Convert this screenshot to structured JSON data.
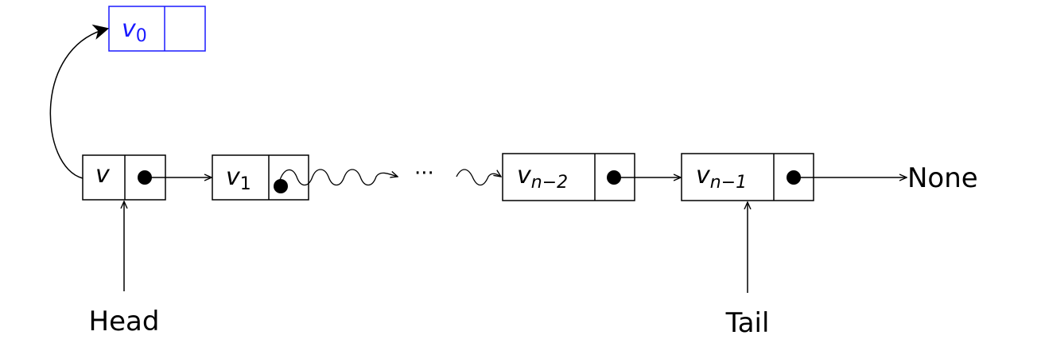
{
  "new_node": {
    "base": "v",
    "sub": "0",
    "color": "#1a1aff"
  },
  "nodes": [
    {
      "base": "v",
      "sub": ""
    },
    {
      "base": "v",
      "sub": "1"
    },
    {
      "base": "v",
      "sub": "n−2"
    },
    {
      "base": "v",
      "sub": "n−1"
    }
  ],
  "ellipsis": "···",
  "none_label": "None",
  "head_label": "Head",
  "tail_label": "Tail"
}
